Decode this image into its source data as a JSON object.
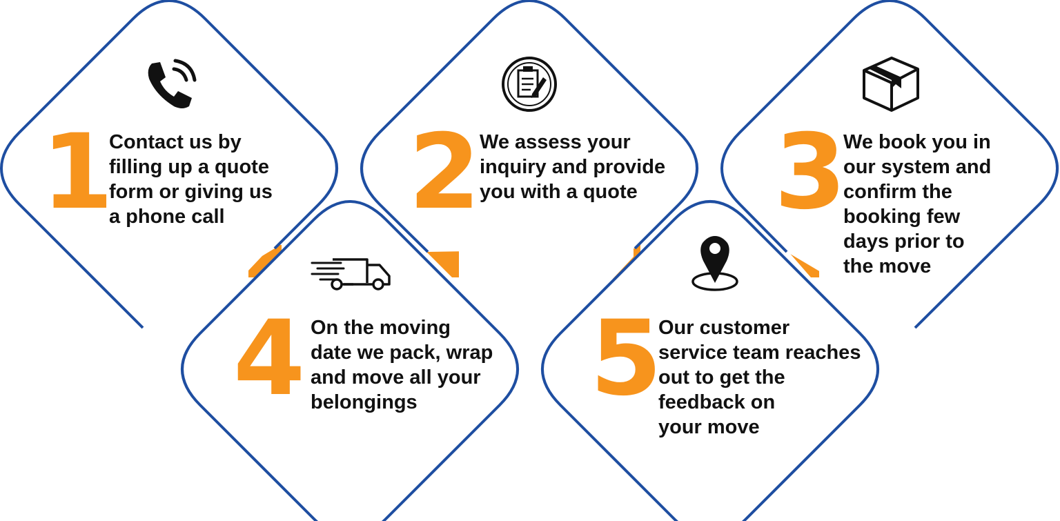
{
  "colors": {
    "accent": "#f7941d",
    "outline": "#1e4ea1",
    "text": "#111111",
    "background": "#ffffff"
  },
  "steps": [
    {
      "number": "1",
      "icon": "phone-icon",
      "lines": [
        "Contact us by",
        "filling up a quote",
        "form or giving us",
        "a phone call"
      ]
    },
    {
      "number": "2",
      "icon": "clipboard-icon",
      "lines": [
        "We assess your",
        "inquiry and provide",
        "you with a quote"
      ]
    },
    {
      "number": "3",
      "icon": "box-icon",
      "lines": [
        "We book you in",
        "our system and",
        "confirm the",
        "booking few",
        "days prior to",
        "the move"
      ]
    },
    {
      "number": "4",
      "icon": "truck-icon",
      "lines": [
        "On the moving",
        "date we pack, wrap",
        "and move all your",
        "belongings"
      ]
    },
    {
      "number": "5",
      "icon": "location-pin-icon",
      "lines": [
        "Our customer",
        "service team reaches",
        "out to get the",
        "feedback on",
        "your move"
      ]
    }
  ]
}
